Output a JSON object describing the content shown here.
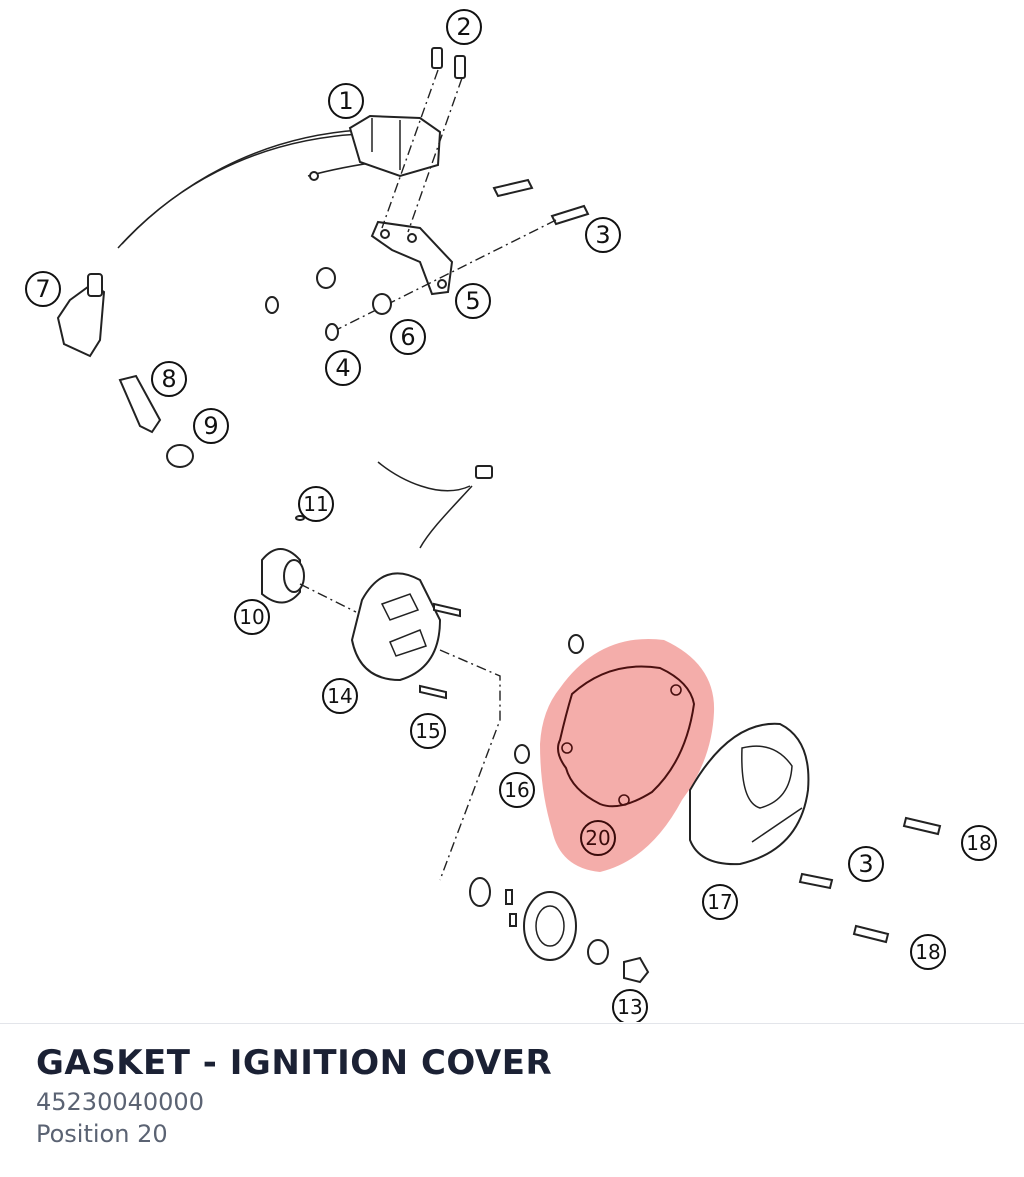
{
  "part": {
    "title": "GASKET - IGNITION COVER",
    "number": "45230040000",
    "position": "Position 20"
  },
  "highlight": {
    "color": "#f08a86",
    "callout": "20"
  },
  "callouts": [
    "1",
    "2",
    "3",
    "4",
    "5",
    "6",
    "7",
    "8",
    "9",
    "10",
    "11",
    "13",
    "14",
    "15",
    "16",
    "17",
    "18",
    "3",
    "18"
  ]
}
